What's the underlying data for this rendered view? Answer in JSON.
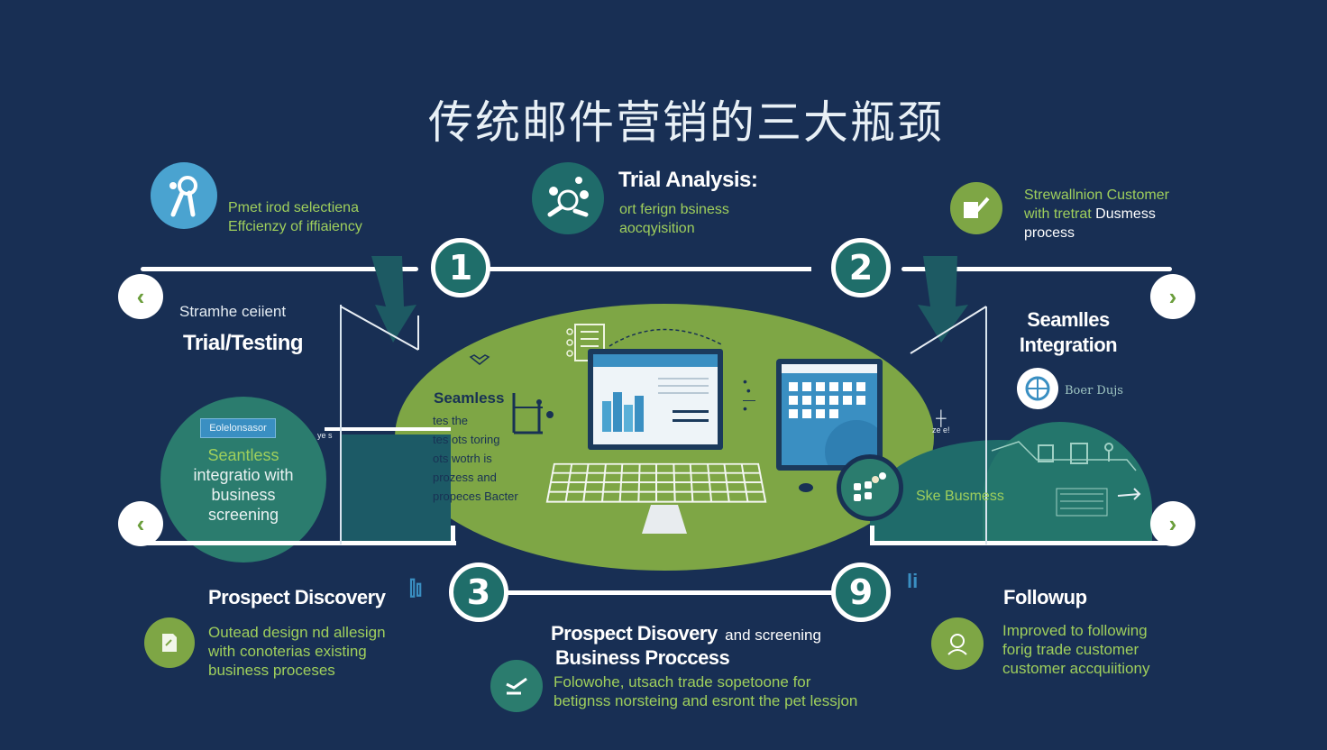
{
  "title": "传统邮件营销的三大瓶颈",
  "top_items": [
    {
      "icon": "search-person-icon",
      "icon_color": "#4aa3d0",
      "lines": [
        "Pmet irod selectiena",
        "Effcienzy of iffiaiency"
      ]
    },
    {
      "icon": "analytics-network-icon",
      "icon_color": "#1f6b6a",
      "heading": "Trial Analysis:",
      "lines": [
        "ort ferign bsiness",
        "aocqyisition"
      ]
    },
    {
      "icon": "check-document-icon",
      "icon_color": "#7ea645",
      "lines_green": [
        "Strewallnion Customer",
        "with tretrat"
      ],
      "lines_white": [
        "Dusmess",
        "process"
      ]
    }
  ],
  "steps": [
    {
      "number": "1"
    },
    {
      "number": "2"
    },
    {
      "number": "3"
    },
    {
      "number": "9"
    }
  ],
  "left_panel": {
    "subtitle": "Stramhe ceiient",
    "heading": "Trial/Testing",
    "badge": "Eolelonsasor",
    "circle_green": "Seantless",
    "circle_lines": [
      "integratio with",
      "business",
      "screening"
    ],
    "small_label": "ye s"
  },
  "center_panel": {
    "heading": "Seamless",
    "lines": [
      "tes the",
      "tes ots toring",
      "ots wotrh is",
      "prozess and",
      "propeces Bacter"
    ]
  },
  "right_panel": {
    "heading_line1": "Seamlles",
    "heading_line2": "Integration",
    "icon_label": "Boer Dujs",
    "business_label": "Ske Busmess",
    "small_label": "ze e!"
  },
  "bottom_left": {
    "heading": "Prospect Discovery",
    "lines": [
      "Outead design nd allesign",
      "with conoterias existing",
      "business proceses"
    ]
  },
  "bottom_center": {
    "heading": "Prospect Disovery",
    "heading_suffix": "and screening",
    "subheading": "Business Proccess",
    "lines": [
      "Folowohe, utsach trade sopetoone for",
      "betignss norsteing and esront the pet lessjon"
    ]
  },
  "bottom_right": {
    "heading": "Followup",
    "lines": [
      "Improved to following",
      "forig trade customer",
      "customer accquiitiony"
    ]
  },
  "nav": {
    "prev_top": "‹",
    "next_top": "›",
    "prev_bottom": "‹",
    "next_bottom": "›"
  },
  "colors": {
    "background": "#182f54",
    "green": "#7ea645",
    "teal": "#1f6b6a",
    "text_green": "#9fcf5c",
    "blue": "#4aa3d0"
  }
}
